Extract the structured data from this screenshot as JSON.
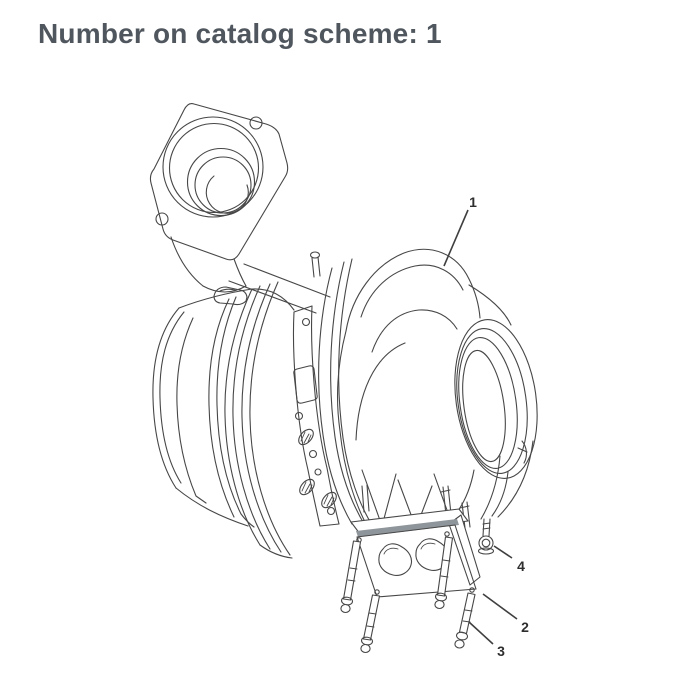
{
  "page": {
    "title": "Number on catalog scheme: 1"
  },
  "diagram": {
    "subject": "turbocharger-assembly-drawing",
    "callouts": [
      {
        "label": "1"
      },
      {
        "label": "2"
      },
      {
        "label": "3"
      },
      {
        "label": "4"
      }
    ]
  },
  "colors": {
    "line": "#474747",
    "title_text": "#4f565d",
    "gasket_fill": "#ebebeb",
    "flange_band": "#8e959b",
    "callout_text": "#2e2e2e",
    "background": "#ffffff"
  }
}
